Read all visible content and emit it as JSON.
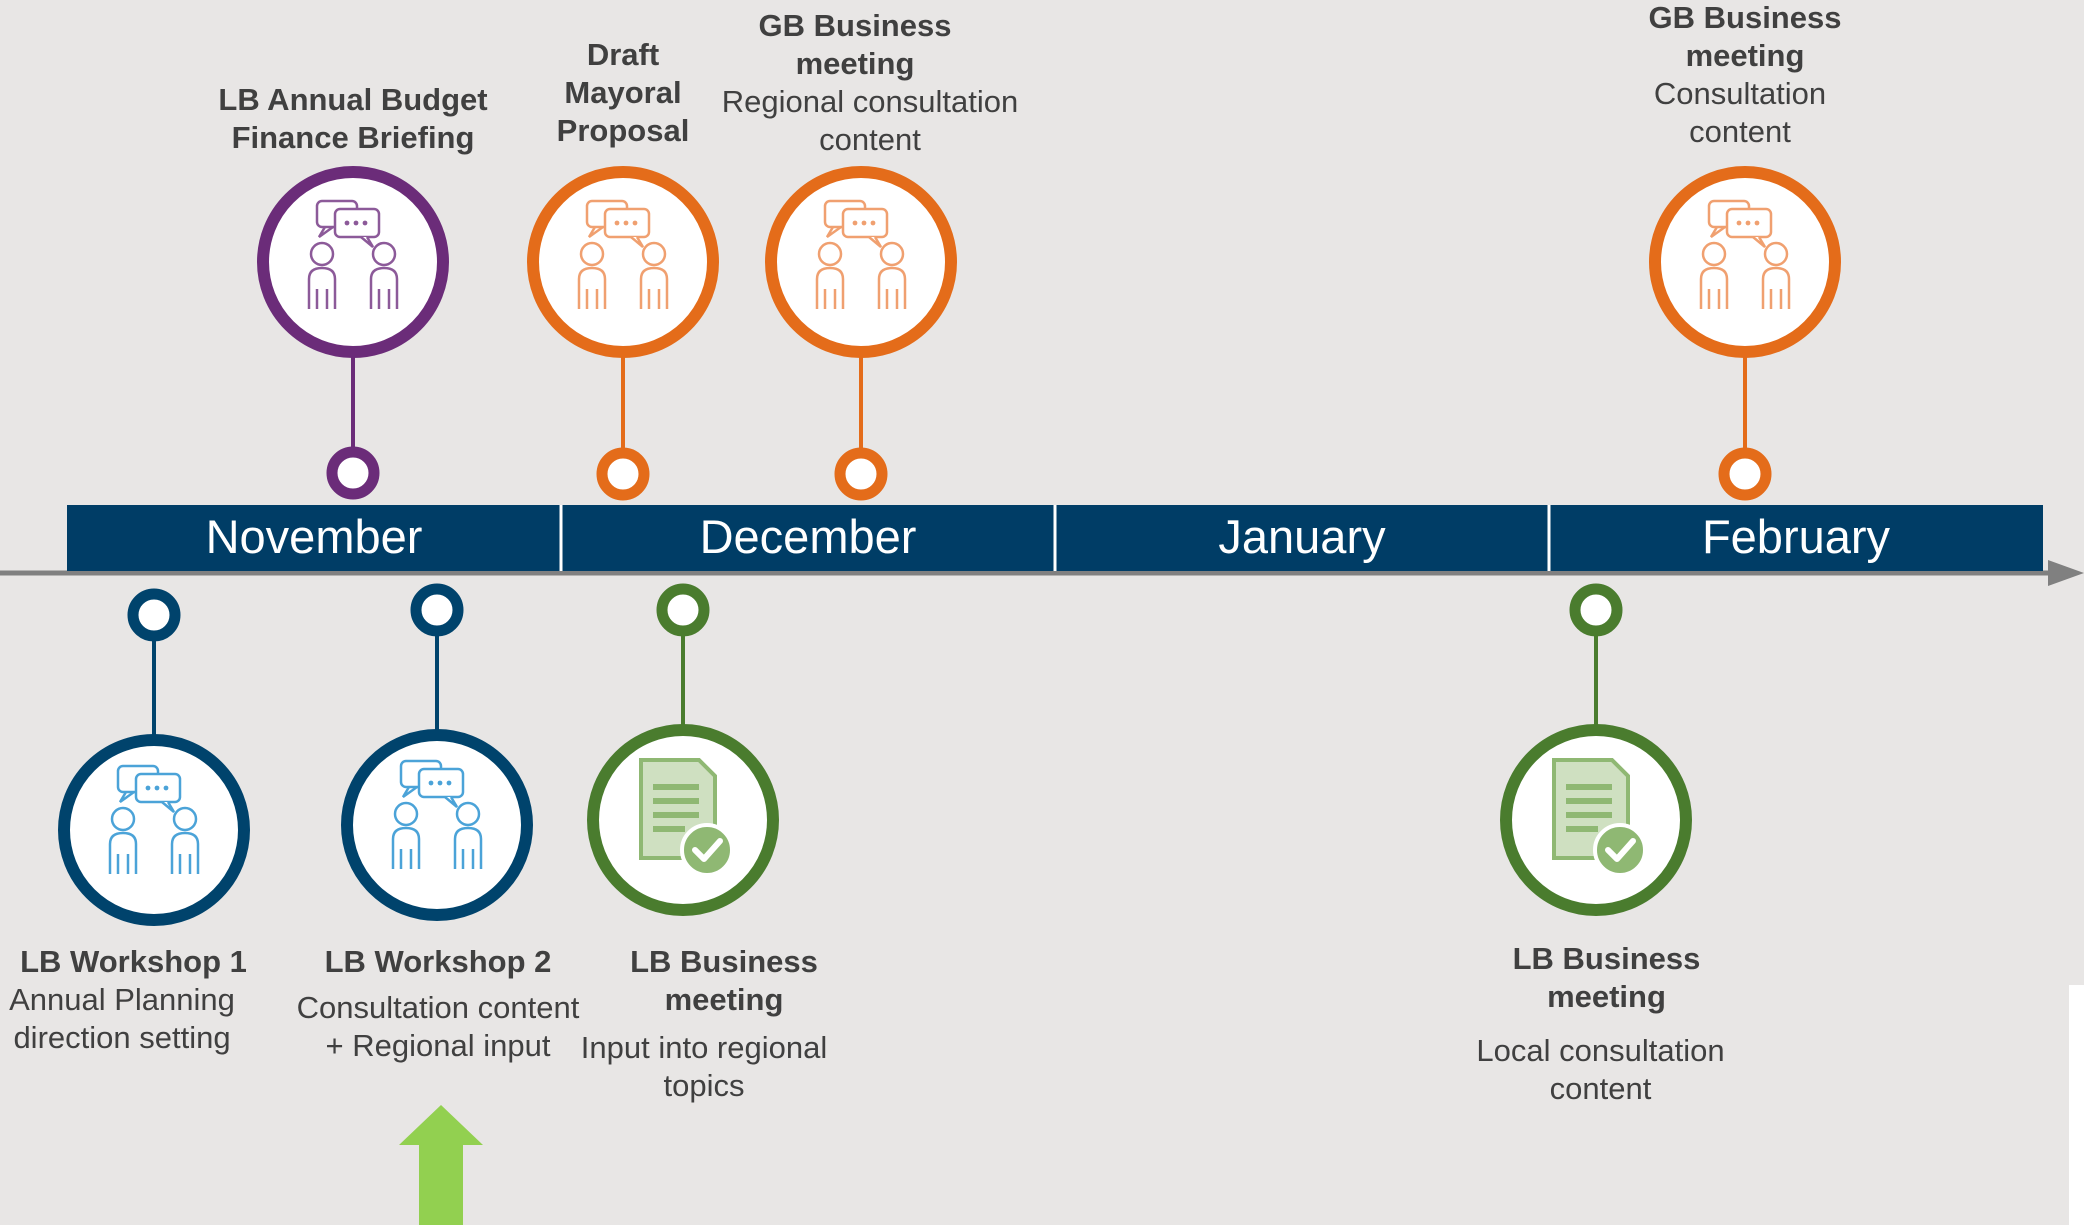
{
  "timeline": {
    "months": [
      "November",
      "December",
      "January",
      "February"
    ]
  },
  "colors": {
    "purple": "#6b2c79",
    "orange": "#e46c1a",
    "navy": "#00436c",
    "green": "#4a7c2e",
    "band": "#003d66",
    "axis": "#808080",
    "arrow": "#92d050"
  },
  "events": [
    {
      "title": "LB Annual Budget\nFinance Briefing",
      "subtitle": "",
      "icon": "meeting-icon",
      "color": "purple"
    },
    {
      "title": "Draft\nMayoral\nProposal",
      "subtitle": "",
      "icon": "meeting-icon",
      "color": "orange"
    },
    {
      "title": "GB Business\nmeeting",
      "subtitle": "Regional consultation\ncontent",
      "icon": "meeting-icon",
      "color": "orange"
    },
    {
      "title": "GB Business\nmeeting",
      "subtitle": "Consultation\ncontent",
      "icon": "meeting-icon",
      "color": "orange"
    },
    {
      "title": "LB Workshop 1",
      "subtitle": "Annual Planning\ndirection setting",
      "icon": "meeting-icon",
      "color": "navy"
    },
    {
      "title": "LB Workshop 2",
      "subtitle": "Consultation content\n+ Regional input",
      "icon": "meeting-icon",
      "color": "navy"
    },
    {
      "title": "LB Business\nmeeting",
      "subtitle": "Input into regional\ntopics",
      "icon": "document-check-icon",
      "color": "green"
    },
    {
      "title": "LB Business\nmeeting",
      "subtitle": "Local consultation\ncontent",
      "icon": "document-check-icon",
      "color": "green"
    }
  ]
}
